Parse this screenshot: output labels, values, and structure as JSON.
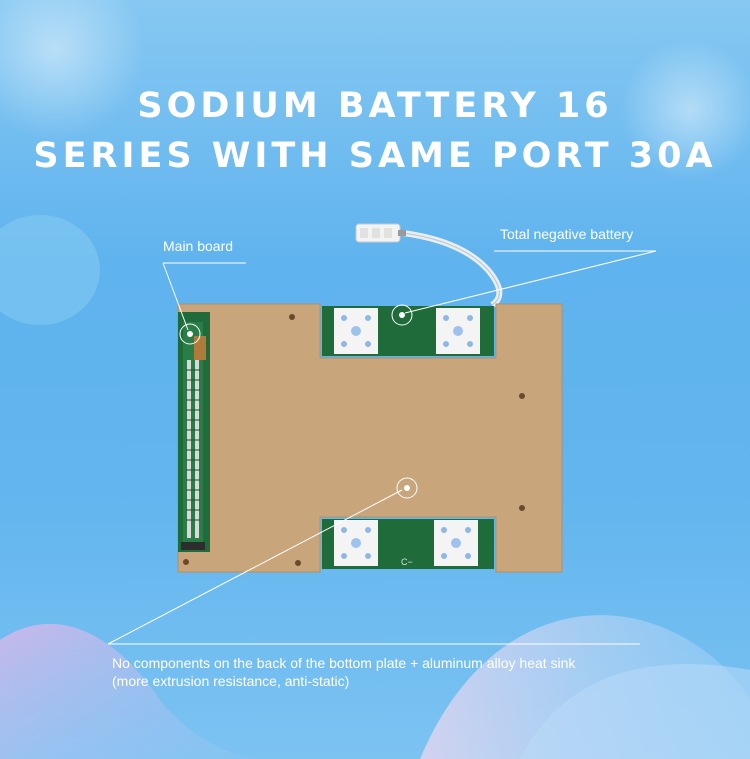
{
  "title": {
    "line1": "SODIUM BATTERY 16",
    "line2": "SERIES WITH SAME PORT 30A"
  },
  "callouts": {
    "main_board": "Main board",
    "total_negative": "Total negative battery",
    "back_line1": "No components on the back of the bottom plate + aluminum alloy heat sink",
    "back_line2": "(more extrusion resistance, anti-static)"
  },
  "board": {
    "port_label": "C−"
  },
  "colors": {
    "background": "#62b5ee",
    "title_text": "#ffffff",
    "plate": "#c9a57b",
    "pcb": "#1f6b3a"
  }
}
